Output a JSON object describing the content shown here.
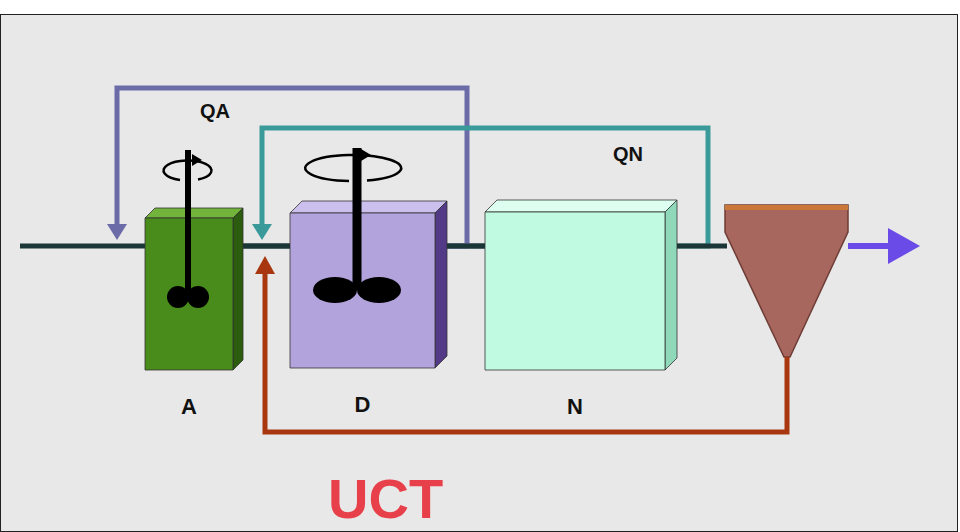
{
  "diagram": {
    "caption": "UCT",
    "nodes": [
      {
        "text": [
          "A"
        ]
      },
      {
        "text": [
          "D"
        ]
      },
      {
        "text": [
          "N"
        ]
      }
    ],
    "edges": [
      {
        "from": 0,
        "to": 1,
        "arrow": "none"
      },
      {
        "from": 1,
        "to": 2,
        "arrow": "none"
      },
      {
        "from": 1,
        "to": 0,
        "label": "QA",
        "arrow": "to"
      },
      {
        "from": 2,
        "to": 1,
        "label": "QN",
        "arrow": "to"
      }
    ]
  }
}
